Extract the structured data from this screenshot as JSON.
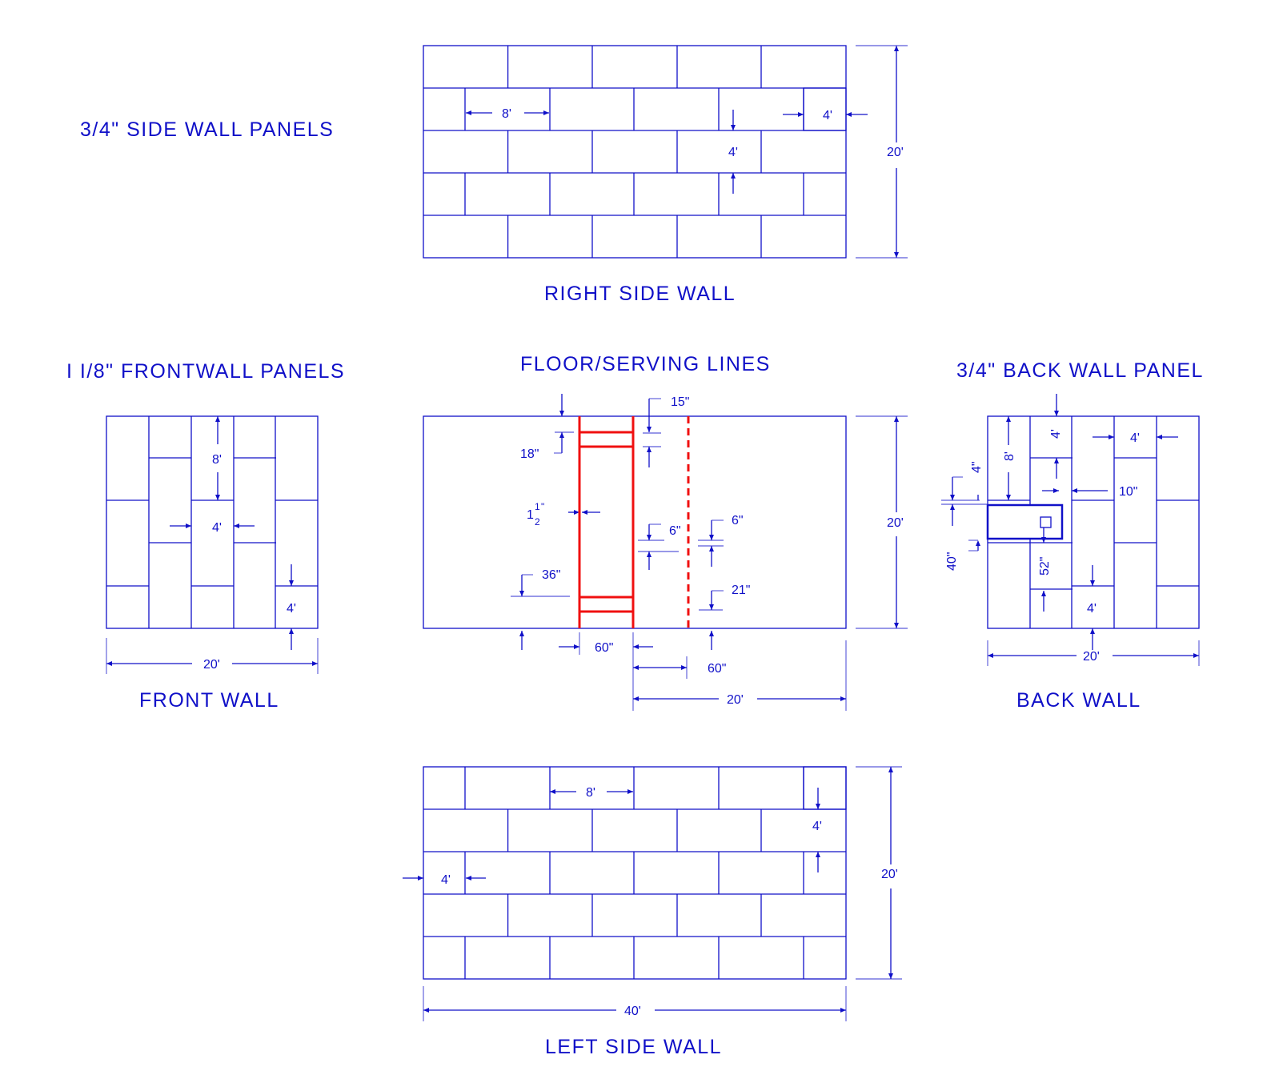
{
  "titles": {
    "side_wall_panels": "3/4\" SIDE WALL PANELS",
    "right_side_wall": "RIGHT SIDE WALL",
    "front_wall_panels": "I I/8\" FRONTWALL PANELS",
    "floor_serving_lines": "FLOOR/SERVING LINES",
    "back_wall_panel": "3/4\" BACK WALL PANEL",
    "front_wall": "FRONT WALL",
    "back_wall": "BACK WALL",
    "left_side_wall": "LEFT SIDE WALL"
  },
  "right_wall_dims": {
    "panel_width": "8'",
    "panel_small": "4'",
    "row_height": "4'",
    "height": "20'"
  },
  "front_wall_dims": {
    "panel_height": "8'",
    "panel_width": "4'",
    "small_panel": "4'",
    "width": "20'"
  },
  "floor_dims": {
    "d15": "15\"",
    "d18": "18\"",
    "line_width_whole": "1",
    "line_width_num": "1",
    "line_width_den": "2",
    "line_width_unit": "\"",
    "d6a": "6\"",
    "d6b": "6\"",
    "d36": "36\"",
    "d21": "21\"",
    "d60a": "60\"",
    "d60b": "60\"",
    "d20w": "20'",
    "d20h": "20'"
  },
  "back_wall_dims": {
    "d4top": "4'",
    "d8": "8'",
    "d4in": "4\"",
    "d4right": "4'",
    "d10": "10\"",
    "d40": "40\"",
    "d52": "52\"",
    "d4bottom": "4'",
    "width": "20'"
  },
  "left_wall_dims": {
    "panel_width": "8'",
    "row_height": "4'",
    "panel_small": "4'",
    "height": "20'",
    "length": "40'"
  },
  "colors": {
    "lines": "#1010c8",
    "serving_lines": "#f01010"
  }
}
